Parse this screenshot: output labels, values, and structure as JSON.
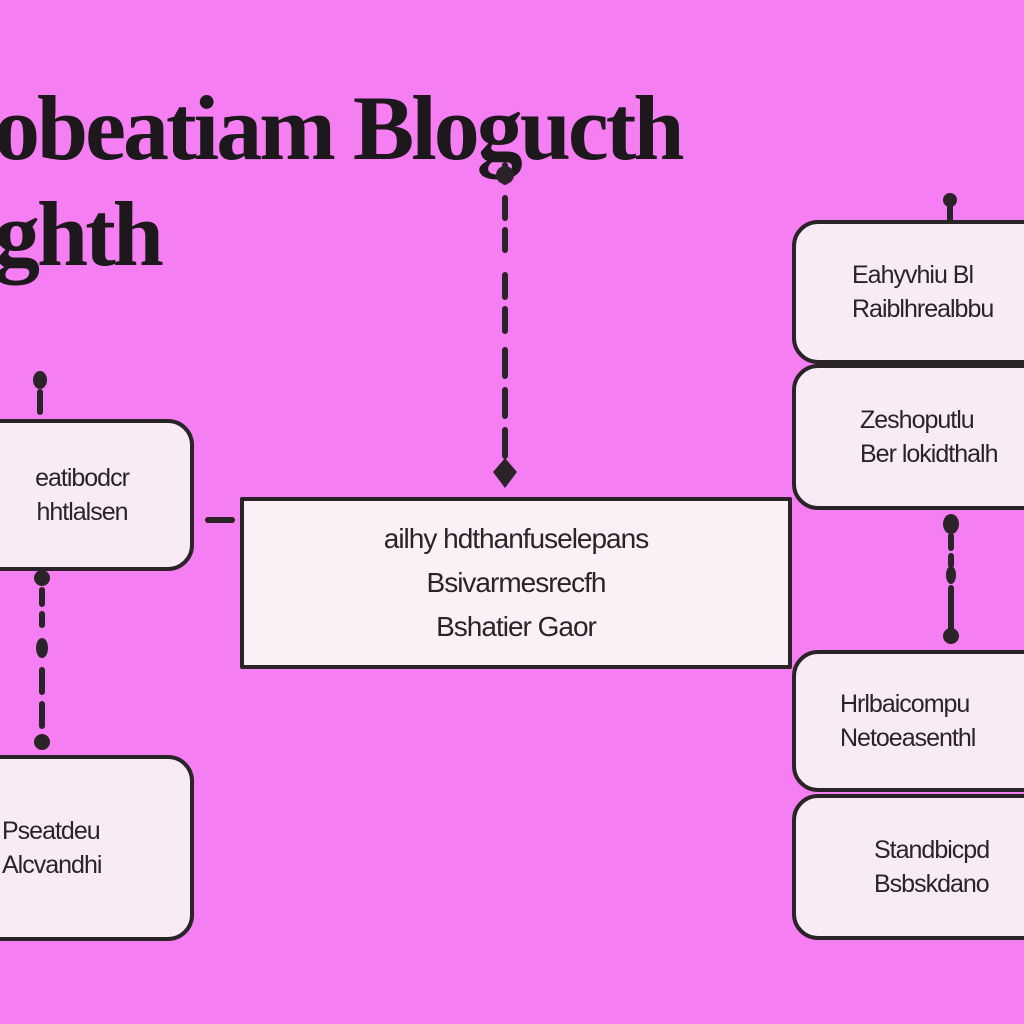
{
  "title": {
    "line1": "obeatiam Blogucth",
    "line2": "ghth"
  },
  "nodes": {
    "center": {
      "lines": [
        "ailhy hdthanfuselepans",
        "Bsivarmesrecfh",
        "Bshatier Gaor"
      ]
    },
    "left_top": {
      "lines": [
        "eatibodcr",
        "hhtlalsen"
      ]
    },
    "left_bottom": {
      "lines": [
        "Pseatdeu",
        "Alcvandhi"
      ]
    },
    "right_1": {
      "lines": [
        "Eahyvhiu Bl",
        "Raiblhrealbbu"
      ]
    },
    "right_2": {
      "lines": [
        "Zeshoputlu",
        "Ber lokidthalh"
      ]
    },
    "right_3": {
      "lines": [
        "Hrlbaicompu",
        "Netoeasenthl"
      ]
    },
    "right_4": {
      "lines": [
        "Standbicpd",
        "Bsbskdano"
      ]
    }
  },
  "colors": {
    "background": "#f57ff2",
    "node_fill": "#f9ebf5",
    "stroke": "#2a2327"
  }
}
